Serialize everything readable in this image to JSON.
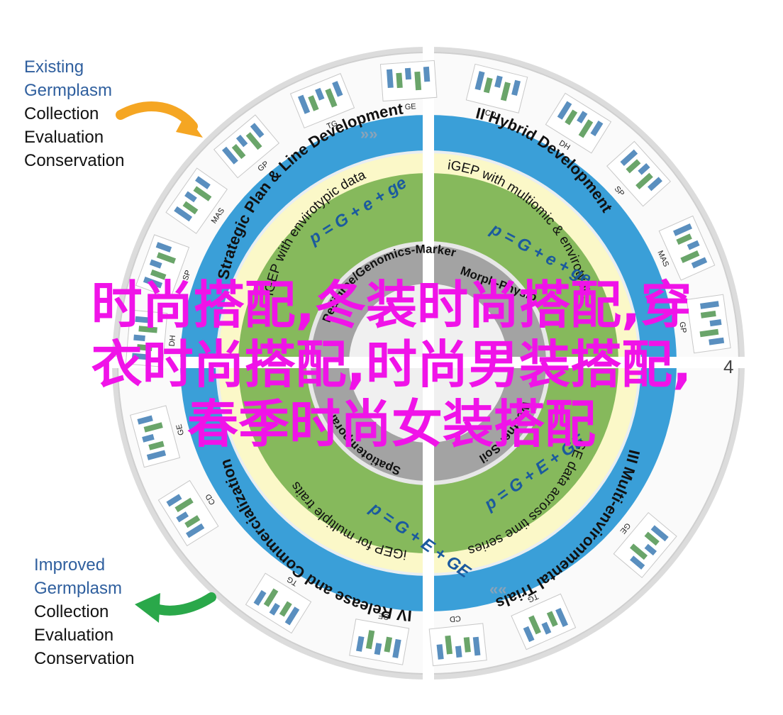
{
  "left_top_legend": {
    "line1": "Existing",
    "line2": "Germplasm",
    "line3": "Collection",
    "line4": "Evaluation",
    "line5": "Conservation"
  },
  "left_bottom_legend": {
    "line1": "Improved",
    "line2": "Germplasm",
    "line3": "Collection",
    "line4": "Evaluation",
    "line5": "Conservation"
  },
  "numbers": {
    "n4": "4"
  },
  "ring_labels": {
    "q1": "Strategic Plan & Line Development",
    "q2": "II Hybrid Development",
    "q3": "III Multi-environmental Trials",
    "q4": "IV Release and Commercialization"
  },
  "green_labels": {
    "q1a": "iGEP with envirotypic data",
    "q1b": "p = G + e + ge",
    "q2a": "iGEP with multiomic & envirotypic",
    "q2b": "p = G + e + ge",
    "q3a": "GE data across time series",
    "q3b": "p = G + E + GE",
    "q4a": "iGEP for multiple traits",
    "q4b": "p = G + E + GE"
  },
  "center_labels": {
    "q1": "Pedigree/Genomics-Marker",
    "q2": "Morph-Physio",
    "q3": "Weather-Soil",
    "q4": "Spatiotemporal"
  },
  "thumb_labels": [
    "TG",
    "GE",
    "GP",
    "MAS",
    "SP",
    "DH",
    "CD",
    "DH",
    "SP",
    "MAS",
    "GP",
    "CD",
    "GE",
    "TG",
    "GE",
    "CD",
    "TG",
    "GE"
  ],
  "overlay": {
    "line1": "时尚搭配,冬装时尚搭配,穿",
    "line2": "衣时尚搭配,时尚男装搭配,",
    "line3": "春季时尚女装搭配"
  },
  "colors": {
    "blue_ring": "#3a9fd8",
    "green": "#86b95c",
    "cream": "#fbf8c8",
    "grey": "#a3a3a3",
    "overlay": "#f013e8"
  }
}
